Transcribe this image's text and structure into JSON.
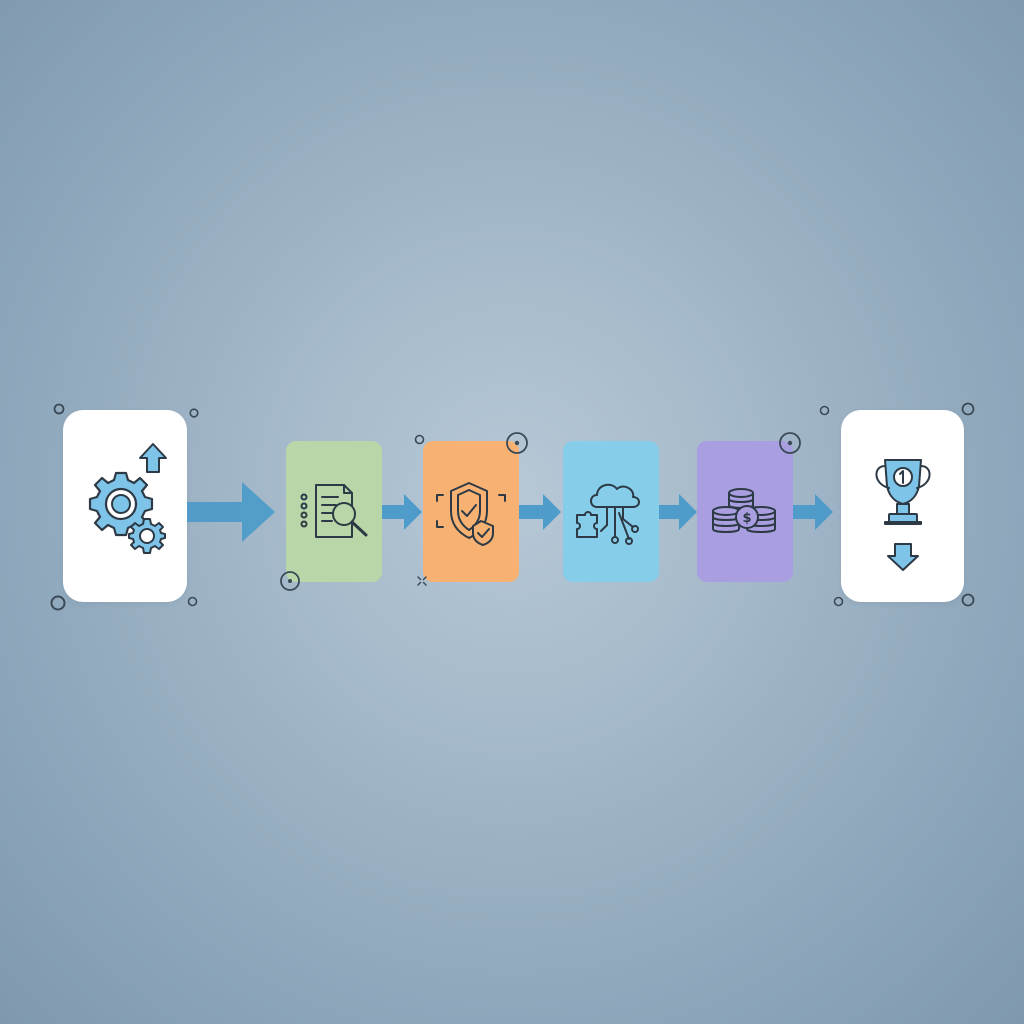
{
  "diagram": {
    "type": "process-flow",
    "direction": "left-to-right",
    "steps": [
      {
        "kind": "start",
        "icon": "gears-arrow-up-icon",
        "color": "#ffffff"
      },
      {
        "kind": "step",
        "icon": "document-search-icon",
        "color": "#b8d6a8"
      },
      {
        "kind": "step",
        "icon": "shield-check-icon",
        "color": "#f7b273"
      },
      {
        "kind": "step",
        "icon": "cloud-puzzle-network-icon",
        "color": "#86cdea"
      },
      {
        "kind": "step",
        "icon": "coins-dollar-icon",
        "color": "#a89ee0"
      },
      {
        "kind": "end",
        "icon": "trophy-arrow-down-icon",
        "color": "#ffffff"
      }
    ],
    "connectors": 5,
    "colors": {
      "accent": "#5aa8d6",
      "arrow": "#4f9bc9",
      "icon_stroke": "#2d3a45",
      "marker": "#3b4a57"
    }
  }
}
